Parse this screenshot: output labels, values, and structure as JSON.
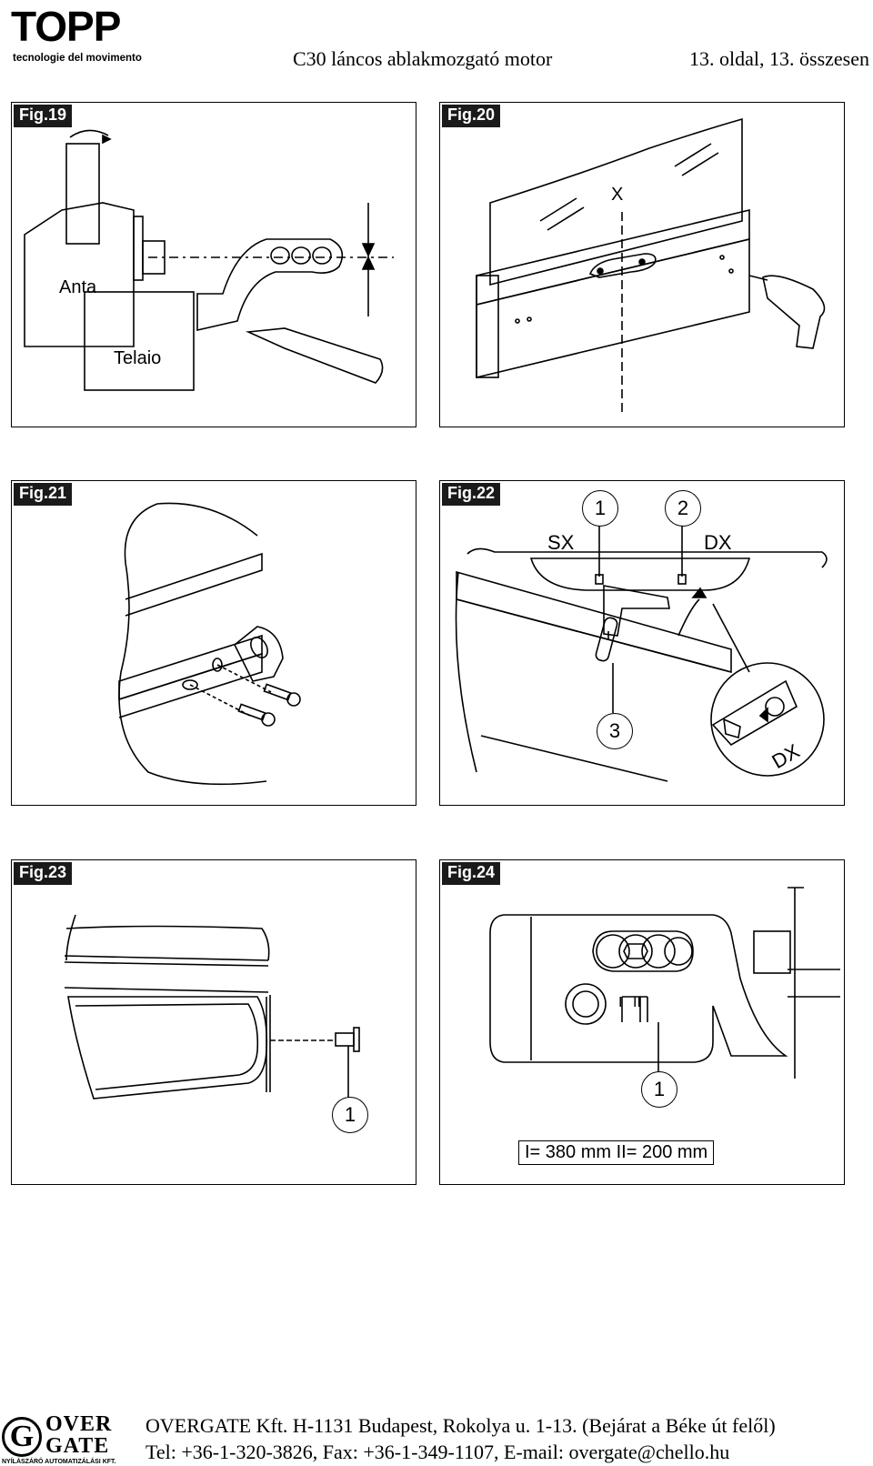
{
  "header": {
    "logo_word": "TOPP",
    "logo_tagline": "tecnologie del movimento",
    "title": "C30 láncos ablakmozgató motor",
    "page_info": "13. oldal, 13. összesen"
  },
  "figures": {
    "fig19": {
      "tag": "Fig.19",
      "label_anta": "Anta",
      "label_telaio": "Telaio"
    },
    "fig20": {
      "tag": "Fig.20",
      "label_x": "X"
    },
    "fig21": {
      "tag": "Fig.21"
    },
    "fig22": {
      "tag": "Fig.22",
      "callout_1": "1",
      "callout_2": "2",
      "callout_3": "3",
      "label_sx": "SX",
      "label_dx": "DX",
      "label_dx_detail": "DX"
    },
    "fig23": {
      "tag": "Fig.23",
      "callout_1": "1"
    },
    "fig24": {
      "tag": "Fig.24",
      "callout_1": "1",
      "mark_i": "I",
      "mark_ii": "II",
      "dimensions": "I= 380 mm   II= 200 mm"
    }
  },
  "footer": {
    "logo_word_1": "OVER",
    "logo_word_2": "GATE",
    "logo_initial": "G",
    "logo_sub": "NYÍLÁSZÁRÓ AUTOMATIZÁLÁSI KFT.",
    "address": "OVERGATE Kft. H-1131 Budapest, Rokolya u. 1-13. (Bejárat a Béke út felől)",
    "contact": "Tel: +36-1-320-3826, Fax: +36-1-349-1107, E-mail: overgate@chello.hu"
  }
}
